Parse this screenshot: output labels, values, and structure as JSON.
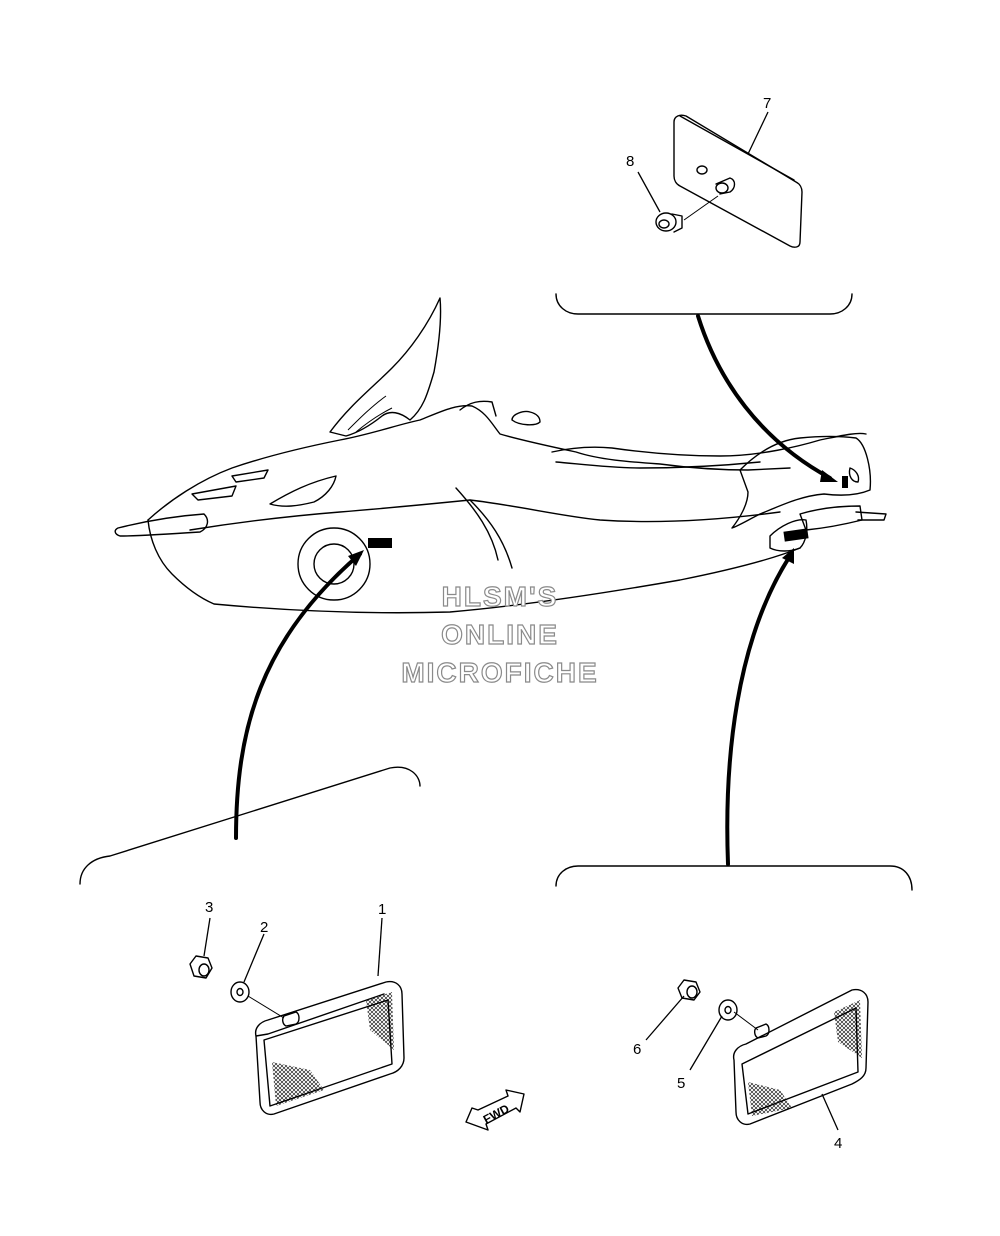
{
  "callouts": {
    "c1": "1",
    "c2": "2",
    "c3": "3",
    "c4": "4",
    "c5": "5",
    "c6": "6",
    "c7": "7",
    "c8": "8"
  },
  "watermark": {
    "line1": "HLSM'S",
    "line2": "ONLINE",
    "line3": "MICROFICHE"
  },
  "direction_label": "FWD"
}
